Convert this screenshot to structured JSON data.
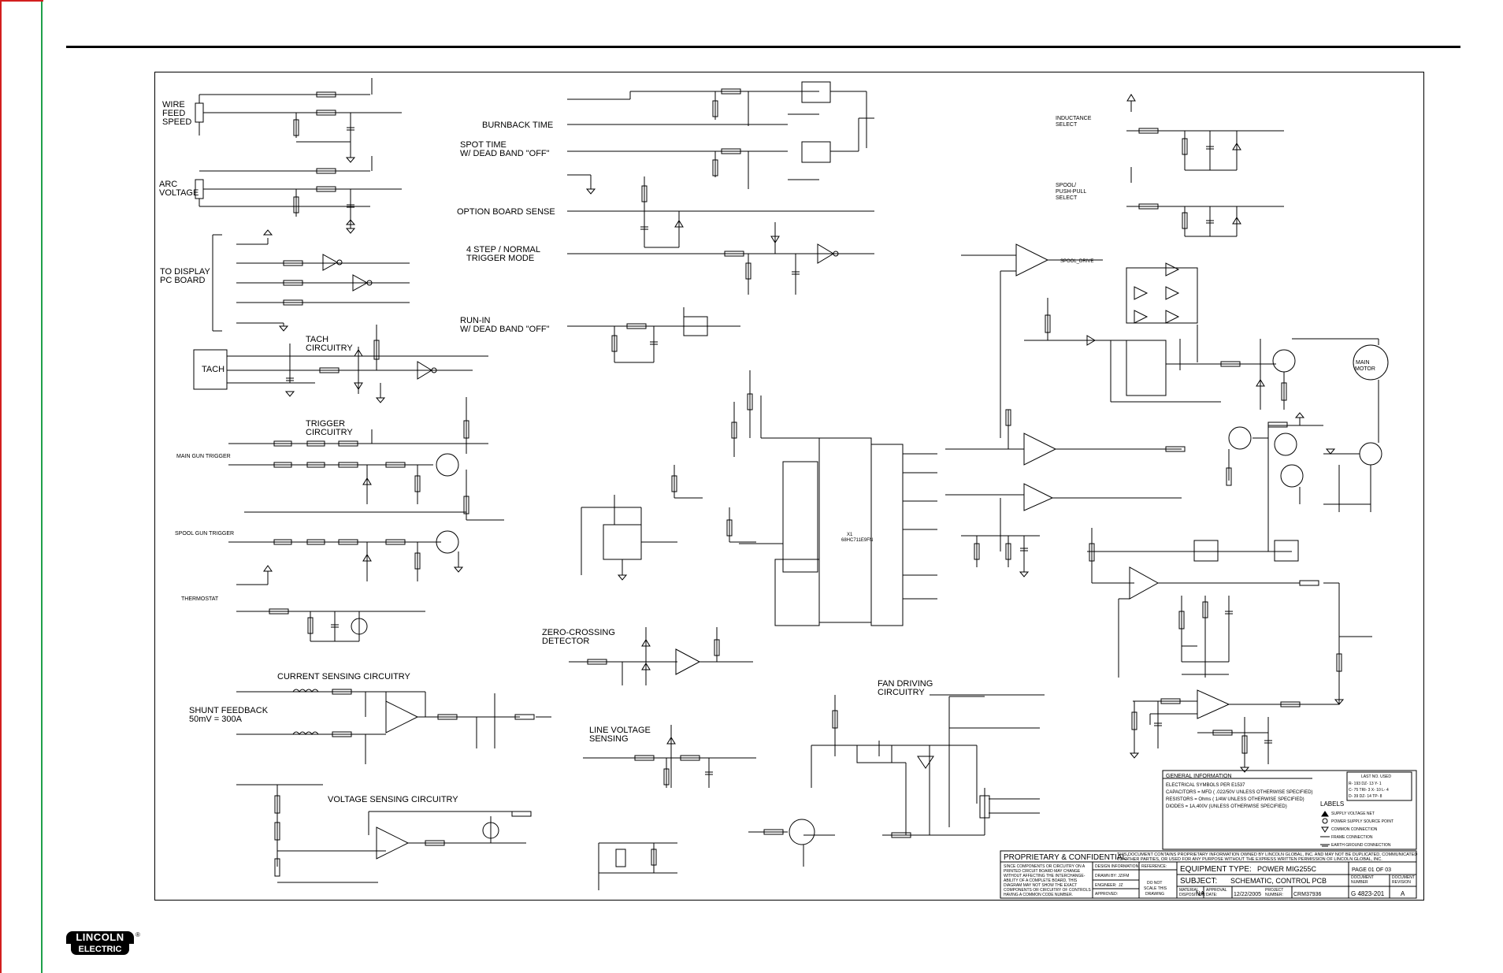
{
  "logo": {
    "line1": "LINCOLN",
    "line2": "ELECTRIC",
    "mark": "®"
  },
  "labels": {
    "wire_feed": [
      "WIRE",
      "FEED",
      "SPEED"
    ],
    "arc_voltage": [
      "ARC",
      "VOLTAGE"
    ],
    "to_display": [
      "TO DISPLAY",
      "PC BOARD"
    ],
    "tach": "TACH",
    "tach_circuitry": [
      "TACH",
      "CIRCUITRY"
    ],
    "trigger_circuitry": [
      "TRIGGER",
      "CIRCUITRY"
    ],
    "main_gun_trigger": "MAIN GUN TRIGGER",
    "spool_gun_trigger": "SPOOL GUN TRIGGER",
    "thermostat": "THERMOSTAT",
    "current_sensing": "CURRENT SENSING CIRCUITRY",
    "shunt_feedback": [
      "SHUNT FEEDBACK",
      "50mV = 300A"
    ],
    "voltage_sensing": "VOLTAGE SENSING CIRCUITRY",
    "burnback": "BURNBACK TIME",
    "spot_time": [
      "SPOT TIME",
      "W/ DEAD BAND \"OFF\""
    ],
    "option_board": "OPTION BOARD SENSE",
    "four_step": [
      "4 STEP / NORMAL",
      "TRIGGER MODE"
    ],
    "run_in": [
      "RUN-IN",
      "W/ DEAD BAND \"OFF\""
    ],
    "zero_crossing": [
      "ZERO-CROSSING",
      "DETECTOR"
    ],
    "line_voltage": [
      "LINE VOLTAGE",
      "SENSING"
    ],
    "fan_driving": [
      "FAN DRIVING",
      "CIRCUITRY"
    ],
    "inductance": [
      "INDUCTANCE",
      "SELECT"
    ],
    "spool_pushpull": [
      "SPOOL/",
      "PUSH-PULL",
      "SELECT"
    ],
    "main_motor": [
      "MAIN",
      "MOTOR"
    ],
    "spool_drive": "SPOOL_DRIVE",
    "mcu": [
      "X1",
      "68HC711E9FN"
    ]
  },
  "general_info": {
    "title": "GENERAL INFORMATION",
    "lines": [
      "ELECTRICAL SYMBOLS PER E1537",
      "CAPACITORS = MFD ( .022/50V UNLESS OTHERWISE SPECIFIED)",
      "RESISTORS = Ohms ( 1/4W UNLESS OTHERWISE SPECIFIED)",
      "DIODES = 1A,400V (UNLESS OTHERWISE SPECIFIED)"
    ],
    "last_no_title": "LAST NO. USED",
    "last_no_lines": [
      "R- 193  DZ- 13  Y- 1",
      "C- 75  TRI- 3  X- 10  L- 4",
      "D- 39  DZ- 14  TP- 8"
    ],
    "labels_title": "LABELS",
    "labels_items": [
      "SUPPLY VOLTAGE NET",
      "POWER SUPPLY SOURCE POINT",
      "COMMON CONNECTION",
      "FRAME CONNECTION",
      "EARTH GROUND CONNECTION"
    ]
  },
  "title_block": {
    "proprietary": "PROPRIETARY & CONFIDENTIAL:",
    "proprietary_text": [
      "THIS DOCUMENT CONTAINS PROPRIETARY INFORMATION OWNED BY LINCOLN GLOBAL, INC. AND MAY NOT BE DUPLICATED, COMMUNICATED",
      "TO OTHER PARTIES, OR USED FOR ANY PURPOSE WITHOUT THE EXPRESS WRITTEN PERMISSION OF LINCOLN GLOBAL, INC."
    ],
    "note": [
      "SINCE COMPONENTS OR CIRCUITRY ON A",
      "PRINTED CIRCUIT BOARD MAY CHANGE",
      "WITHOUT AFFECTING THE INTERCHANGE-",
      "ABILITY OF A COMPLETE BOARD, THIS",
      "DIAGRAM MAY NOT SHOW THE EXACT",
      "COMPONENTS OR CIRCUITRY OF CONTROLS",
      "HAVING A COMMON CODE NUMBER."
    ],
    "design_info": "DESIGN INFORMATION",
    "drawn_by": "DRAWN BY: JZ/FM",
    "engineer": "ENGINEER:",
    "engineer_val": "JZ",
    "approved": "APPROVED:",
    "reference": "REFERENCE:",
    "do_not_scale": [
      "DO NOT",
      "SCALE THIS",
      "DRAWING"
    ],
    "equipment_type_label": "EQUIPMENT TYPE:",
    "equipment_type": "POWER MIG255C",
    "page": "PAGE 01 OF 03",
    "subject_label": "SUBJECT:",
    "subject": "SCHEMATIC, CONTROL PCB",
    "material": [
      "MATERIAL",
      "DISPOSITION:"
    ],
    "material_val": "NA",
    "approval": [
      "APPROVAL",
      "DATE:"
    ],
    "date": "12/22/2005",
    "project": [
      "PROJECT",
      "NUMBER:"
    ],
    "project_val": "CRM37936",
    "doc_number_label": [
      "DOCUMENT",
      "NUMBER"
    ],
    "doc_number": "G 4823-201",
    "doc_rev_label": [
      "DOCUMENT",
      "REVISION"
    ],
    "doc_rev": "A"
  },
  "colors": {
    "frame_red": "#d21e1e",
    "frame_green": "#1fa04a",
    "ink": "#000000"
  }
}
